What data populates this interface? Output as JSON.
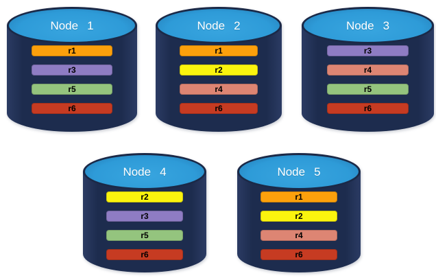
{
  "nodes": [
    {
      "name": "Node",
      "number": "1",
      "replicas": [
        {
          "label": "r1",
          "color": "#FCA00C"
        },
        {
          "label": "r3",
          "color": "#8E7CC3"
        },
        {
          "label": "r5",
          "color": "#94C47E"
        },
        {
          "label": "r6",
          "color": "#C63B22"
        }
      ]
    },
    {
      "name": "Node",
      "number": "2",
      "replicas": [
        {
          "label": "r1",
          "color": "#FCA00C"
        },
        {
          "label": "r2",
          "color": "#FAF40E"
        },
        {
          "label": "r4",
          "color": "#DD8573"
        },
        {
          "label": "r6",
          "color": "#C63B22"
        }
      ]
    },
    {
      "name": "Node",
      "number": "3",
      "replicas": [
        {
          "label": "r3",
          "color": "#8E7CC3"
        },
        {
          "label": "r4",
          "color": "#DD8573"
        },
        {
          "label": "r5",
          "color": "#94C47E"
        },
        {
          "label": "r6",
          "color": "#C63B22"
        }
      ]
    },
    {
      "name": "Node",
      "number": "4",
      "replicas": [
        {
          "label": "r2",
          "color": "#FAF40E"
        },
        {
          "label": "r3",
          "color": "#8E7CC3"
        },
        {
          "label": "r5",
          "color": "#94C47E"
        },
        {
          "label": "r6",
          "color": "#C63B22"
        }
      ]
    },
    {
      "name": "Node",
      "number": "5",
      "replicas": [
        {
          "label": "r1",
          "color": "#FCA00C"
        },
        {
          "label": "r2",
          "color": "#FAF40E"
        },
        {
          "label": "r4",
          "color": "#DD8573"
        },
        {
          "label": "r6",
          "color": "#C63B22"
        }
      ]
    }
  ],
  "colors": {
    "cylinder_body": "#1D2C4E",
    "cylinder_top": "#2E9BD8",
    "title_text": "#FFFFFF",
    "bar_text": "#000000",
    "background": "#FFFFFF"
  }
}
